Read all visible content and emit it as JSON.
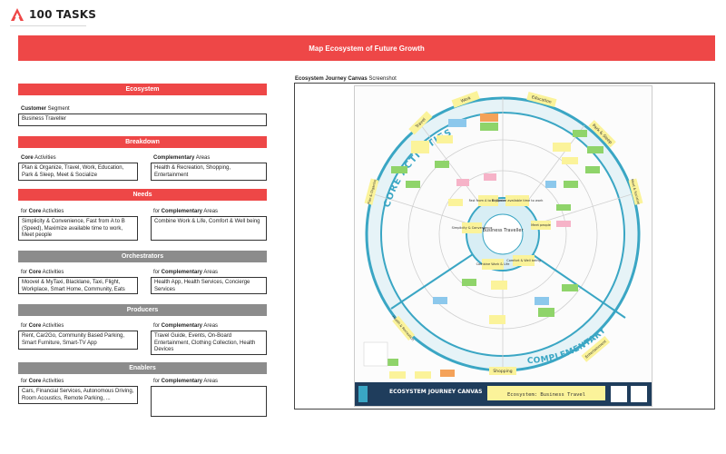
{
  "app": {
    "logo_text": "100 TASKS"
  },
  "banner": {
    "title": "Map Ecosystem of Future Growth"
  },
  "ecosystem": {
    "header": "Ecosystem",
    "customer_label_bold": "Customer",
    "customer_label_rest": " Segment",
    "customer_value": "Business Traveller"
  },
  "breakdown": {
    "header": "Breakdown",
    "core_label_bold": "Core",
    "core_label_rest": " Activities",
    "core_value": "Plan & Organize, Travel, Work, Education, Park & Sleep, Meet & Socialize",
    "comp_label_bold": "Complementary",
    "comp_label_rest": " Areas",
    "comp_value": "Health & Recreation, Shopping, Entertainment"
  },
  "needs": {
    "header": "Needs",
    "core_label_prefix": "for ",
    "core_label_bold": "Core",
    "core_label_rest": " Activities",
    "core_value": "Simplicity & Convenience, Fast from A to B (Speed), Maximize available time to work, Meet people",
    "comp_label_prefix": "for ",
    "comp_label_bold": "Complementary",
    "comp_label_rest": " Areas",
    "comp_value": "Combine Work & Life, Comfort & Well being"
  },
  "orchestrators": {
    "header": "Orchestrators",
    "core_label_prefix": "for ",
    "core_label_bold": "Core",
    "core_label_rest": " Activities",
    "core_value": "Moovel & MyTaxi, Blacklane, Taxi, Flight, Workplace, Smart Home, Community, Eats",
    "comp_label_prefix": "for ",
    "comp_label_bold": "Complementary",
    "comp_label_rest": " Areas",
    "comp_value": "Health App, Health Services, Concierge Services"
  },
  "producers": {
    "header": "Producers",
    "core_label_prefix": "for ",
    "core_label_bold": "Core",
    "core_label_rest": " Activities",
    "core_value": "Rent, Car2Go, Community Based Parking, Smart Furniture, Smart-TV App",
    "comp_label_prefix": "for ",
    "comp_label_bold": "Complementary",
    "comp_label_rest": " Areas",
    "comp_value": "Travel Guide, Events, On-Board Entertainment, Clothing Collection, Health Devices"
  },
  "enablers": {
    "header": "Enablers",
    "core_label_prefix": "for ",
    "core_label_bold": "Core",
    "core_label_rest": " Activities",
    "core_value": "Cars, Financial Services, Autonomous Driving, Room Acoustics, Remote Parking, ...",
    "comp_label_prefix": "for ",
    "comp_label_bold": "Complementary",
    "comp_label_rest": " Areas",
    "comp_value": ""
  },
  "canvas": {
    "title_bold": "Ecosystem Journey Canvas",
    "title_rest": " Screenshot",
    "core_arc_label": "CORE ACTIVITIES",
    "comp_arc_label": "COMPLEMENTARY",
    "center_label": "Business Traveller",
    "footer_title": "ECOSYSTEM JOURNEY CANVAS",
    "footer_ecosystem": "Ecosystem: Business Travel",
    "segments": [
      "Work",
      "Education",
      "Park & Sleep",
      "Meet & Socialize",
      "Entertainment",
      "Shopping",
      "Health & Recreation",
      "Plan & Organize",
      "Travel"
    ],
    "center_notes": [
      "Fast from A to B (Speed)",
      "Maximize available time to work",
      "Meet people",
      "Comfort & Well being",
      "Combine Work & Life",
      "Simplicity & Convenience"
    ],
    "colors": {
      "ring": "#3aa6c4",
      "ring_light": "#9fd3e2",
      "note_yellow": "#fbf39a",
      "note_green": "#8fd46a",
      "note_orange": "#f4a259",
      "note_blue": "#8cc8ec",
      "note_pink": "#f6b3c8",
      "footer": "#1f3d5c"
    }
  }
}
